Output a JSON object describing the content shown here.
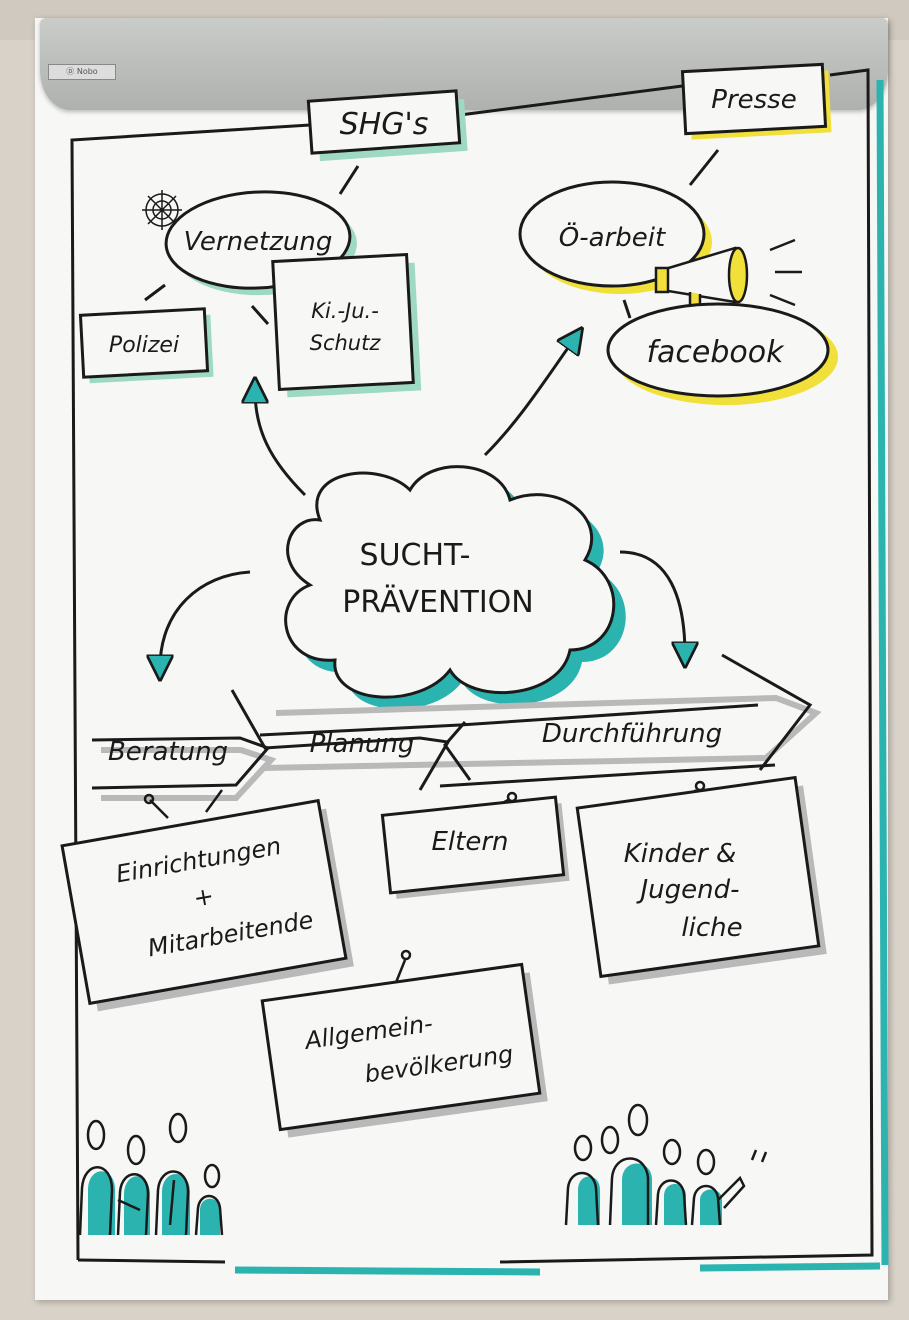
{
  "clip_label": "Ⓓ Nobo",
  "colors": {
    "ink": "#1a1a1a",
    "teal": "#2bb3b0",
    "mint": "#9ed9c2",
    "yellow": "#f1df3a",
    "grey": "#b9b9b9"
  },
  "nodes": {
    "shgs": "SHG's",
    "vernetzung": "Vernetzung",
    "polizei": "Polizei",
    "kijuschutz_1": "Ki.-Ju.-",
    "kijuschutz_2": "Schutz",
    "presse": "Presse",
    "oarbeit": "Ö-arbeit",
    "facebook": "facebook",
    "sucht_1": "SUCHT-",
    "sucht_2": "PRÄVENTION",
    "beratung": "Beratung",
    "planung": "Planung",
    "durchfuehrung": "Durchführung",
    "einrichtungen_1": "Einrichtungen",
    "einrichtungen_2": "+",
    "einrichtungen_3": "Mitarbeitende",
    "eltern": "Eltern",
    "kinder_1": "Kinder &",
    "kinder_2": "Jugend-",
    "kinder_3": "liche",
    "allgemein_1": "Allgemein-",
    "allgemein_2": "bevölkerung"
  },
  "icons": {
    "network": "spider-web-icon",
    "megaphone": "megaphone-icon",
    "people_left": "people-group-icon",
    "people_right": "people-group-icon"
  }
}
